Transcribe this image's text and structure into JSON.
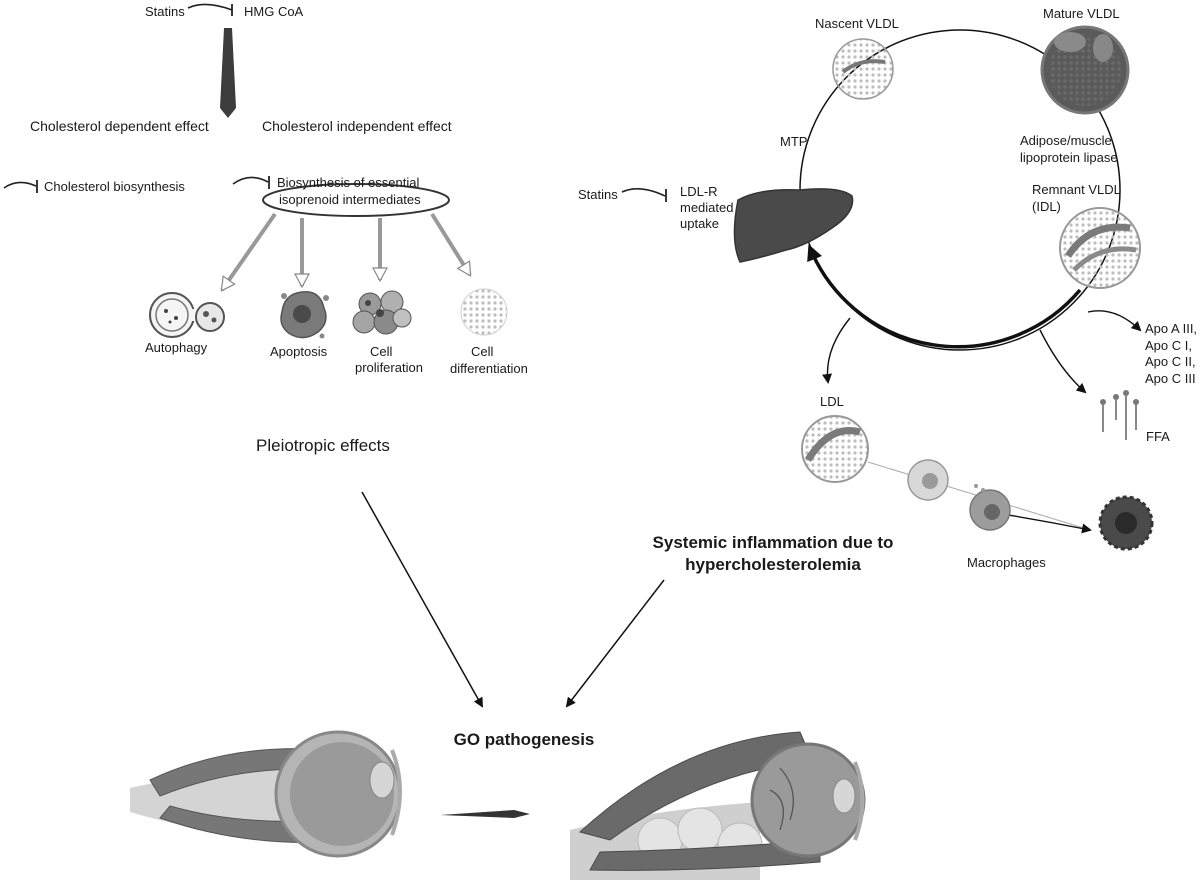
{
  "statin_pathway": {
    "statins_label": "Statins",
    "hmg_coa_label": "HMG CoA",
    "dependent_effect": "Cholesterol dependent effect",
    "independent_effect": "Cholesterol independent effect",
    "cholesterol_biosynthesis": "Cholesterol biosynthesis",
    "isoprenoid_line1": "Biosynthesis of essential",
    "isoprenoid_line2": "isoprenoid intermediates",
    "outcomes": {
      "autophagy": "Autophagy",
      "apoptosis": "Apoptosis",
      "proliferation_line1": "Cell",
      "proliferation_line2": "proliferation",
      "differentiation_line1": "Cell",
      "differentiation_line2": "differentiation"
    },
    "pleiotropic": "Pleiotropic effects"
  },
  "lipoprotein_cycle": {
    "nascent_vldl": "Nascent VLDL",
    "mature_vldl": "Mature VLDL",
    "mtp": "MTP",
    "lipase_line1": "Adipose/muscle",
    "lipase_line2": "lipoprotein lipase",
    "remnant_line1": "Remnant VLDL",
    "remnant_line2": "(IDL)",
    "statins_label": "Statins",
    "ldlr_line1": "LDL-R",
    "ldlr_line2": "mediated",
    "ldlr_line3": "uptake",
    "apo_line1": "Apo A III,",
    "apo_line2": "Apo C I,",
    "apo_line3": "Apo C II,",
    "apo_line4": "Apo C III",
    "ldl": "LDL",
    "ffa": "FFA",
    "macrophages": "Macrophages"
  },
  "bottom": {
    "inflammation_line1": "Systemic inflammation due to",
    "inflammation_line2": "hypercholesterolemia",
    "go_pathogenesis": "GO pathogenesis"
  }
}
